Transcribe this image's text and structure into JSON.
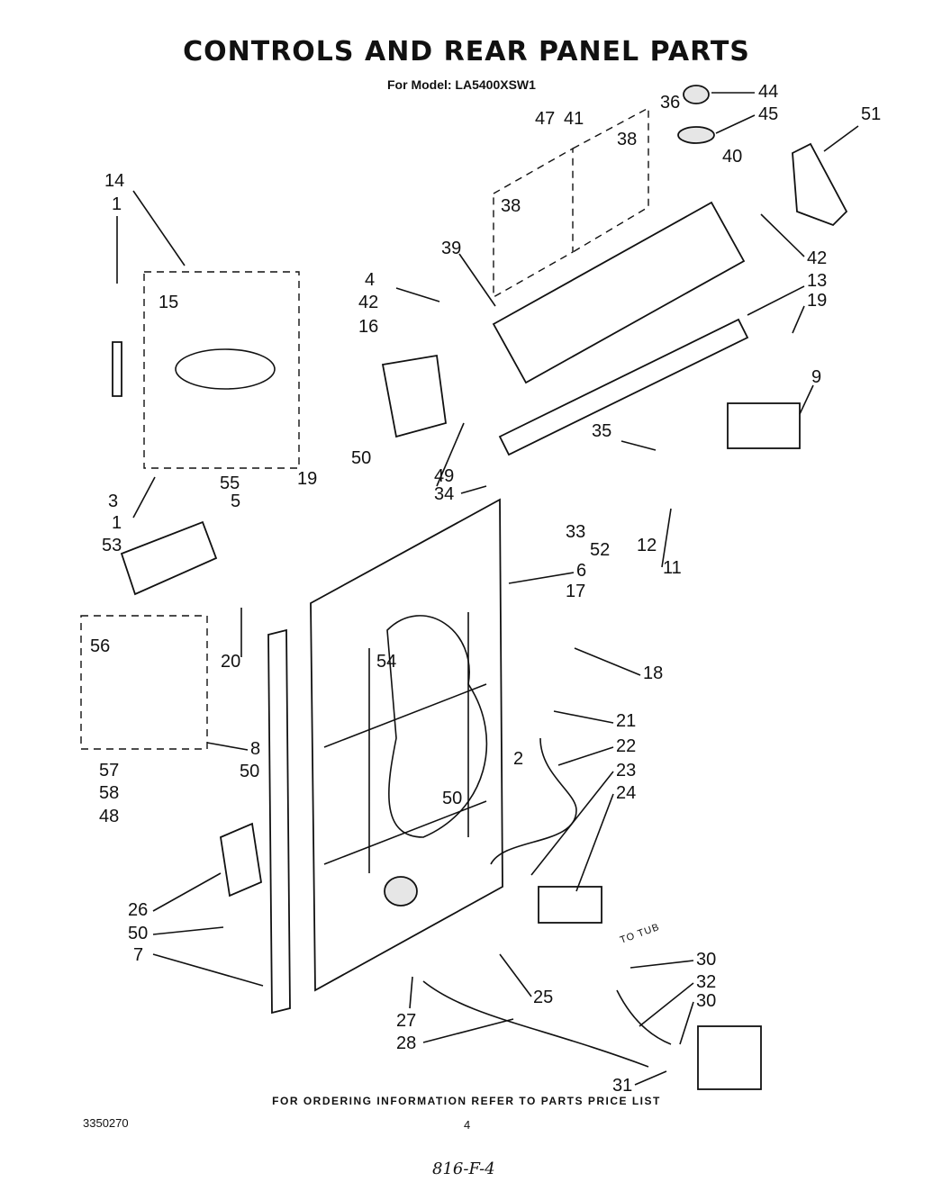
{
  "title": "CONTROLS AND REAR PANEL PARTS",
  "subtitle": "For Model: LA5400XSW1",
  "footer_note": "FOR ORDERING INFORMATION REFER TO PARTS PRICE LIST",
  "doc_number": "3350270",
  "page_number": "4",
  "handwritten_note": "816-F-4",
  "callout_to_tub": "TO TUB",
  "labels": [
    "44",
    "36",
    "45",
    "47",
    "41",
    "51",
    "38",
    "40",
    "38",
    "14",
    "1",
    "42",
    "39",
    "42",
    "13",
    "4",
    "19",
    "15",
    "16",
    "9",
    "35",
    "50",
    "49",
    "34",
    "55",
    "19",
    "5",
    "33",
    "12",
    "3",
    "1",
    "52",
    "11",
    "53",
    "6",
    "17",
    "20",
    "56",
    "54",
    "18",
    "21",
    "22",
    "8",
    "2",
    "57",
    "23",
    "50",
    "24",
    "58",
    "50",
    "48",
    "26",
    "50",
    "30",
    "7",
    "32",
    "30",
    "25",
    "27",
    "28",
    "31"
  ]
}
